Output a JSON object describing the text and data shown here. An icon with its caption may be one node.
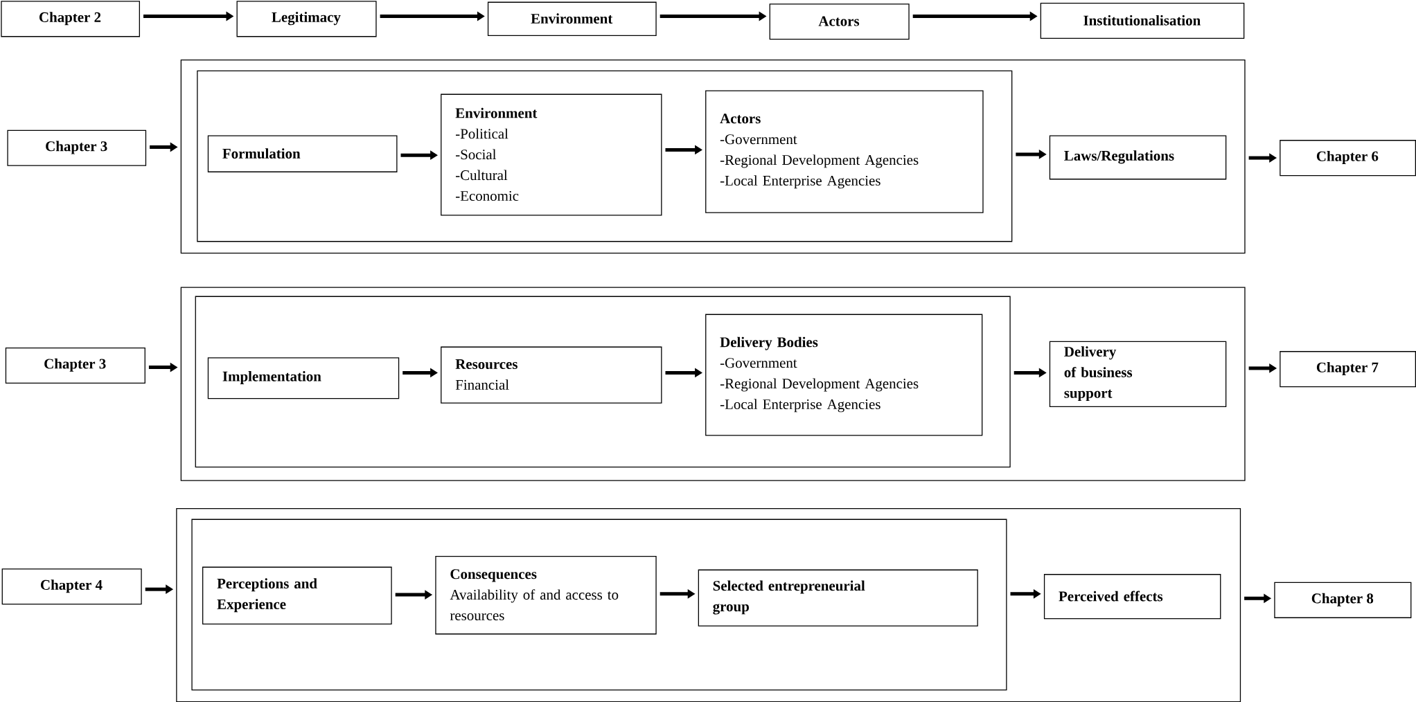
{
  "diagram": {
    "nodes": [
      {
        "text": [
          "Chapter 2"
        ]
      },
      {
        "text": [
          "Legitimacy"
        ]
      },
      {
        "text": [
          "Environment"
        ]
      },
      {
        "text": [
          "Actors"
        ]
      },
      {
        "text": [
          "Institutionalisation"
        ]
      },
      {
        "text": [
          "Chapter 3"
        ]
      },
      {
        "text": [],
        "shape": "box"
      },
      {
        "text": [],
        "shape": "box",
        "in": 6
      },
      {
        "text": [
          "Formulation"
        ],
        "in": 7
      },
      {
        "text": [
          "Environment",
          "-Political",
          "-Social",
          "-Cultural",
          "-Economic"
        ],
        "in": 7
      },
      {
        "text": [
          "Actors",
          "-Government",
          "-Regional Development Agencies",
          "-Local Enterprise Agencies"
        ],
        "in": 7
      },
      {
        "text": [
          "Laws/Regulations"
        ],
        "in": 6
      },
      {
        "text": [
          "Chapter 6"
        ]
      },
      {
        "text": [
          "Chapter 3"
        ]
      },
      {
        "text": [],
        "shape": "box"
      },
      {
        "text": [],
        "shape": "box",
        "in": 14
      },
      {
        "text": [
          "Implementation"
        ],
        "in": 15
      },
      {
        "text": [
          "Resources",
          "Financial"
        ],
        "in": 15
      },
      {
        "text": [
          "Delivery Bodies",
          "-Government",
          "-Regional Development Agencies",
          "-Local Enterprise Agencies"
        ],
        "in": 15
      },
      {
        "text": [
          "Delivery of business support"
        ],
        "in": 14
      },
      {
        "text": [
          "Chapter 7"
        ]
      },
      {
        "text": [
          "Chapter 4"
        ]
      },
      {
        "text": [],
        "shape": "box"
      },
      {
        "text": [],
        "shape": "box",
        "in": 22
      },
      {
        "text": [
          "Perceptions and Experience"
        ],
        "in": 23
      },
      {
        "text": [
          "Consequences",
          "Availability of and access to resources"
        ],
        "in": 23
      },
      {
        "text": [
          "Selected entrepreneurial group"
        ],
        "in": 23
      },
      {
        "text": [
          "Perceived effects"
        ],
        "in": 22
      },
      {
        "text": [
          "Chapter 8"
        ]
      }
    ],
    "edges": [
      {
        "from": 0,
        "to": 1,
        "arrow": "to"
      },
      {
        "from": 1,
        "to": 2,
        "arrow": "to"
      },
      {
        "from": 2,
        "to": 3,
        "arrow": "to"
      },
      {
        "from": 3,
        "to": 4,
        "arrow": "to"
      },
      {
        "from": 5,
        "to": 6,
        "arrow": "to"
      },
      {
        "from": 8,
        "to": 9,
        "arrow": "to"
      },
      {
        "from": 9,
        "to": 10,
        "arrow": "to"
      },
      {
        "from": 7,
        "to": 11,
        "arrow": "to"
      },
      {
        "from": 6,
        "to": 12,
        "arrow": "to"
      },
      {
        "from": 13,
        "to": 14,
        "arrow": "to"
      },
      {
        "from": 16,
        "to": 17,
        "arrow": "to"
      },
      {
        "from": 17,
        "to": 18,
        "arrow": "to"
      },
      {
        "from": 15,
        "to": 19,
        "arrow": "to"
      },
      {
        "from": 14,
        "to": 20,
        "arrow": "to"
      },
      {
        "from": 21,
        "to": 22,
        "arrow": "to"
      },
      {
        "from": 24,
        "to": 25,
        "arrow": "to"
      },
      {
        "from": 25,
        "to": 26,
        "arrow": "to"
      },
      {
        "from": 23,
        "to": 27,
        "arrow": "to"
      },
      {
        "from": 22,
        "to": 28,
        "arrow": "to"
      }
    ]
  }
}
